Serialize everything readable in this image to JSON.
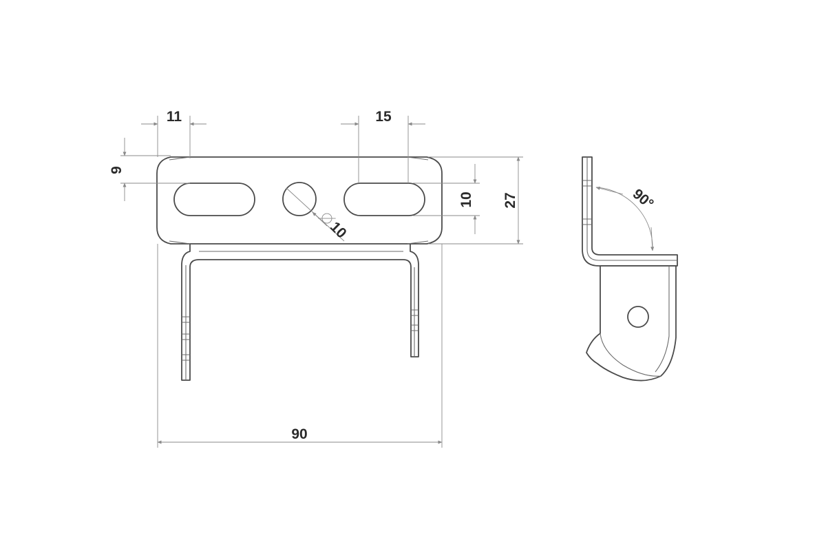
{
  "dimensions": {
    "slot_width": "11",
    "slot_spacing": "15",
    "top_offset": "9",
    "slot_height": "10",
    "total_height": "27",
    "hole_diameter": "10",
    "total_width": "90",
    "bend_angle": "90°"
  },
  "colors": {
    "line": "#4a4a4a",
    "dimension_line": "#8a8a8a",
    "text": "#2a2a2a",
    "background": "#ffffff"
  }
}
